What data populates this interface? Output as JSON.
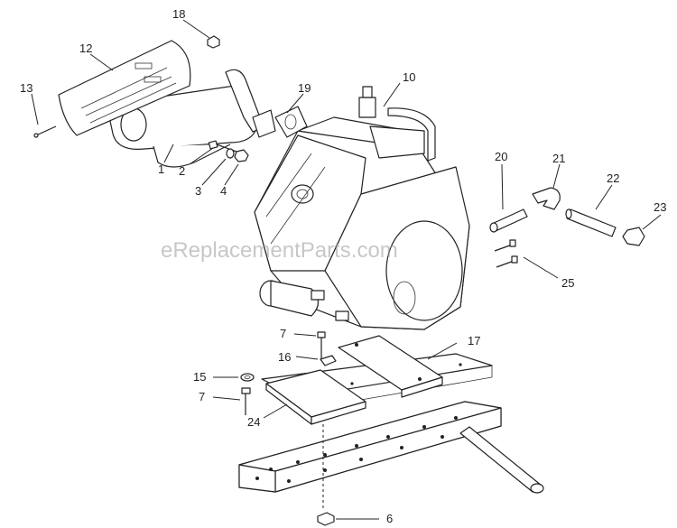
{
  "watermark": "eReplacementParts.com",
  "callouts": {
    "c1": "1",
    "c2": "2",
    "c3": "3",
    "c4": "4",
    "c6": "6",
    "c7a": "7",
    "c7b": "7",
    "c10": "10",
    "c12": "12",
    "c13": "13",
    "c15": "15",
    "c16": "16",
    "c17": "17",
    "c18": "18",
    "c19": "19",
    "c20": "20",
    "c21": "21",
    "c22": "22",
    "c23": "23",
    "c24": "24",
    "c25": "25"
  }
}
